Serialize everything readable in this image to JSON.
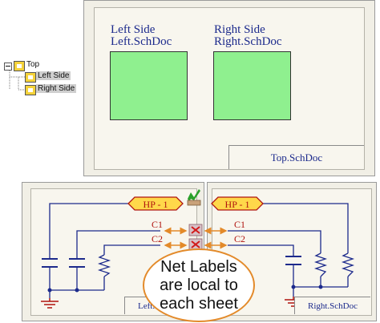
{
  "top_schematic": {
    "left_block": {
      "title": "Left Side",
      "file": "Left.SchDoc"
    },
    "right_block": {
      "title": "Right Side",
      "file": "Right.SchDoc"
    },
    "titleblock": "Top.SchDoc"
  },
  "project_tree": {
    "root": "Top",
    "children": [
      "Left Side",
      "Right Side"
    ]
  },
  "left_sheet": {
    "port": "HP - 1",
    "net_labels": [
      "C1",
      "C2"
    ],
    "titleblock": "Left.SchDoc"
  },
  "right_sheet": {
    "port": "HP - 1",
    "net_labels": [
      "C1",
      "C2"
    ],
    "titleblock": "Right.SchDoc"
  },
  "callout": {
    "lines": [
      "Net Labels",
      "are local to",
      "each sheet"
    ]
  },
  "colors": {
    "sheet_bg": "#f1efe6",
    "block_fill": "#8ff08f",
    "wire": "#1c2a8c",
    "port_fill": "#ffd84a",
    "port_border": "#b0140f",
    "label_text": "#b0140f",
    "arrow": "#e38a2a"
  }
}
